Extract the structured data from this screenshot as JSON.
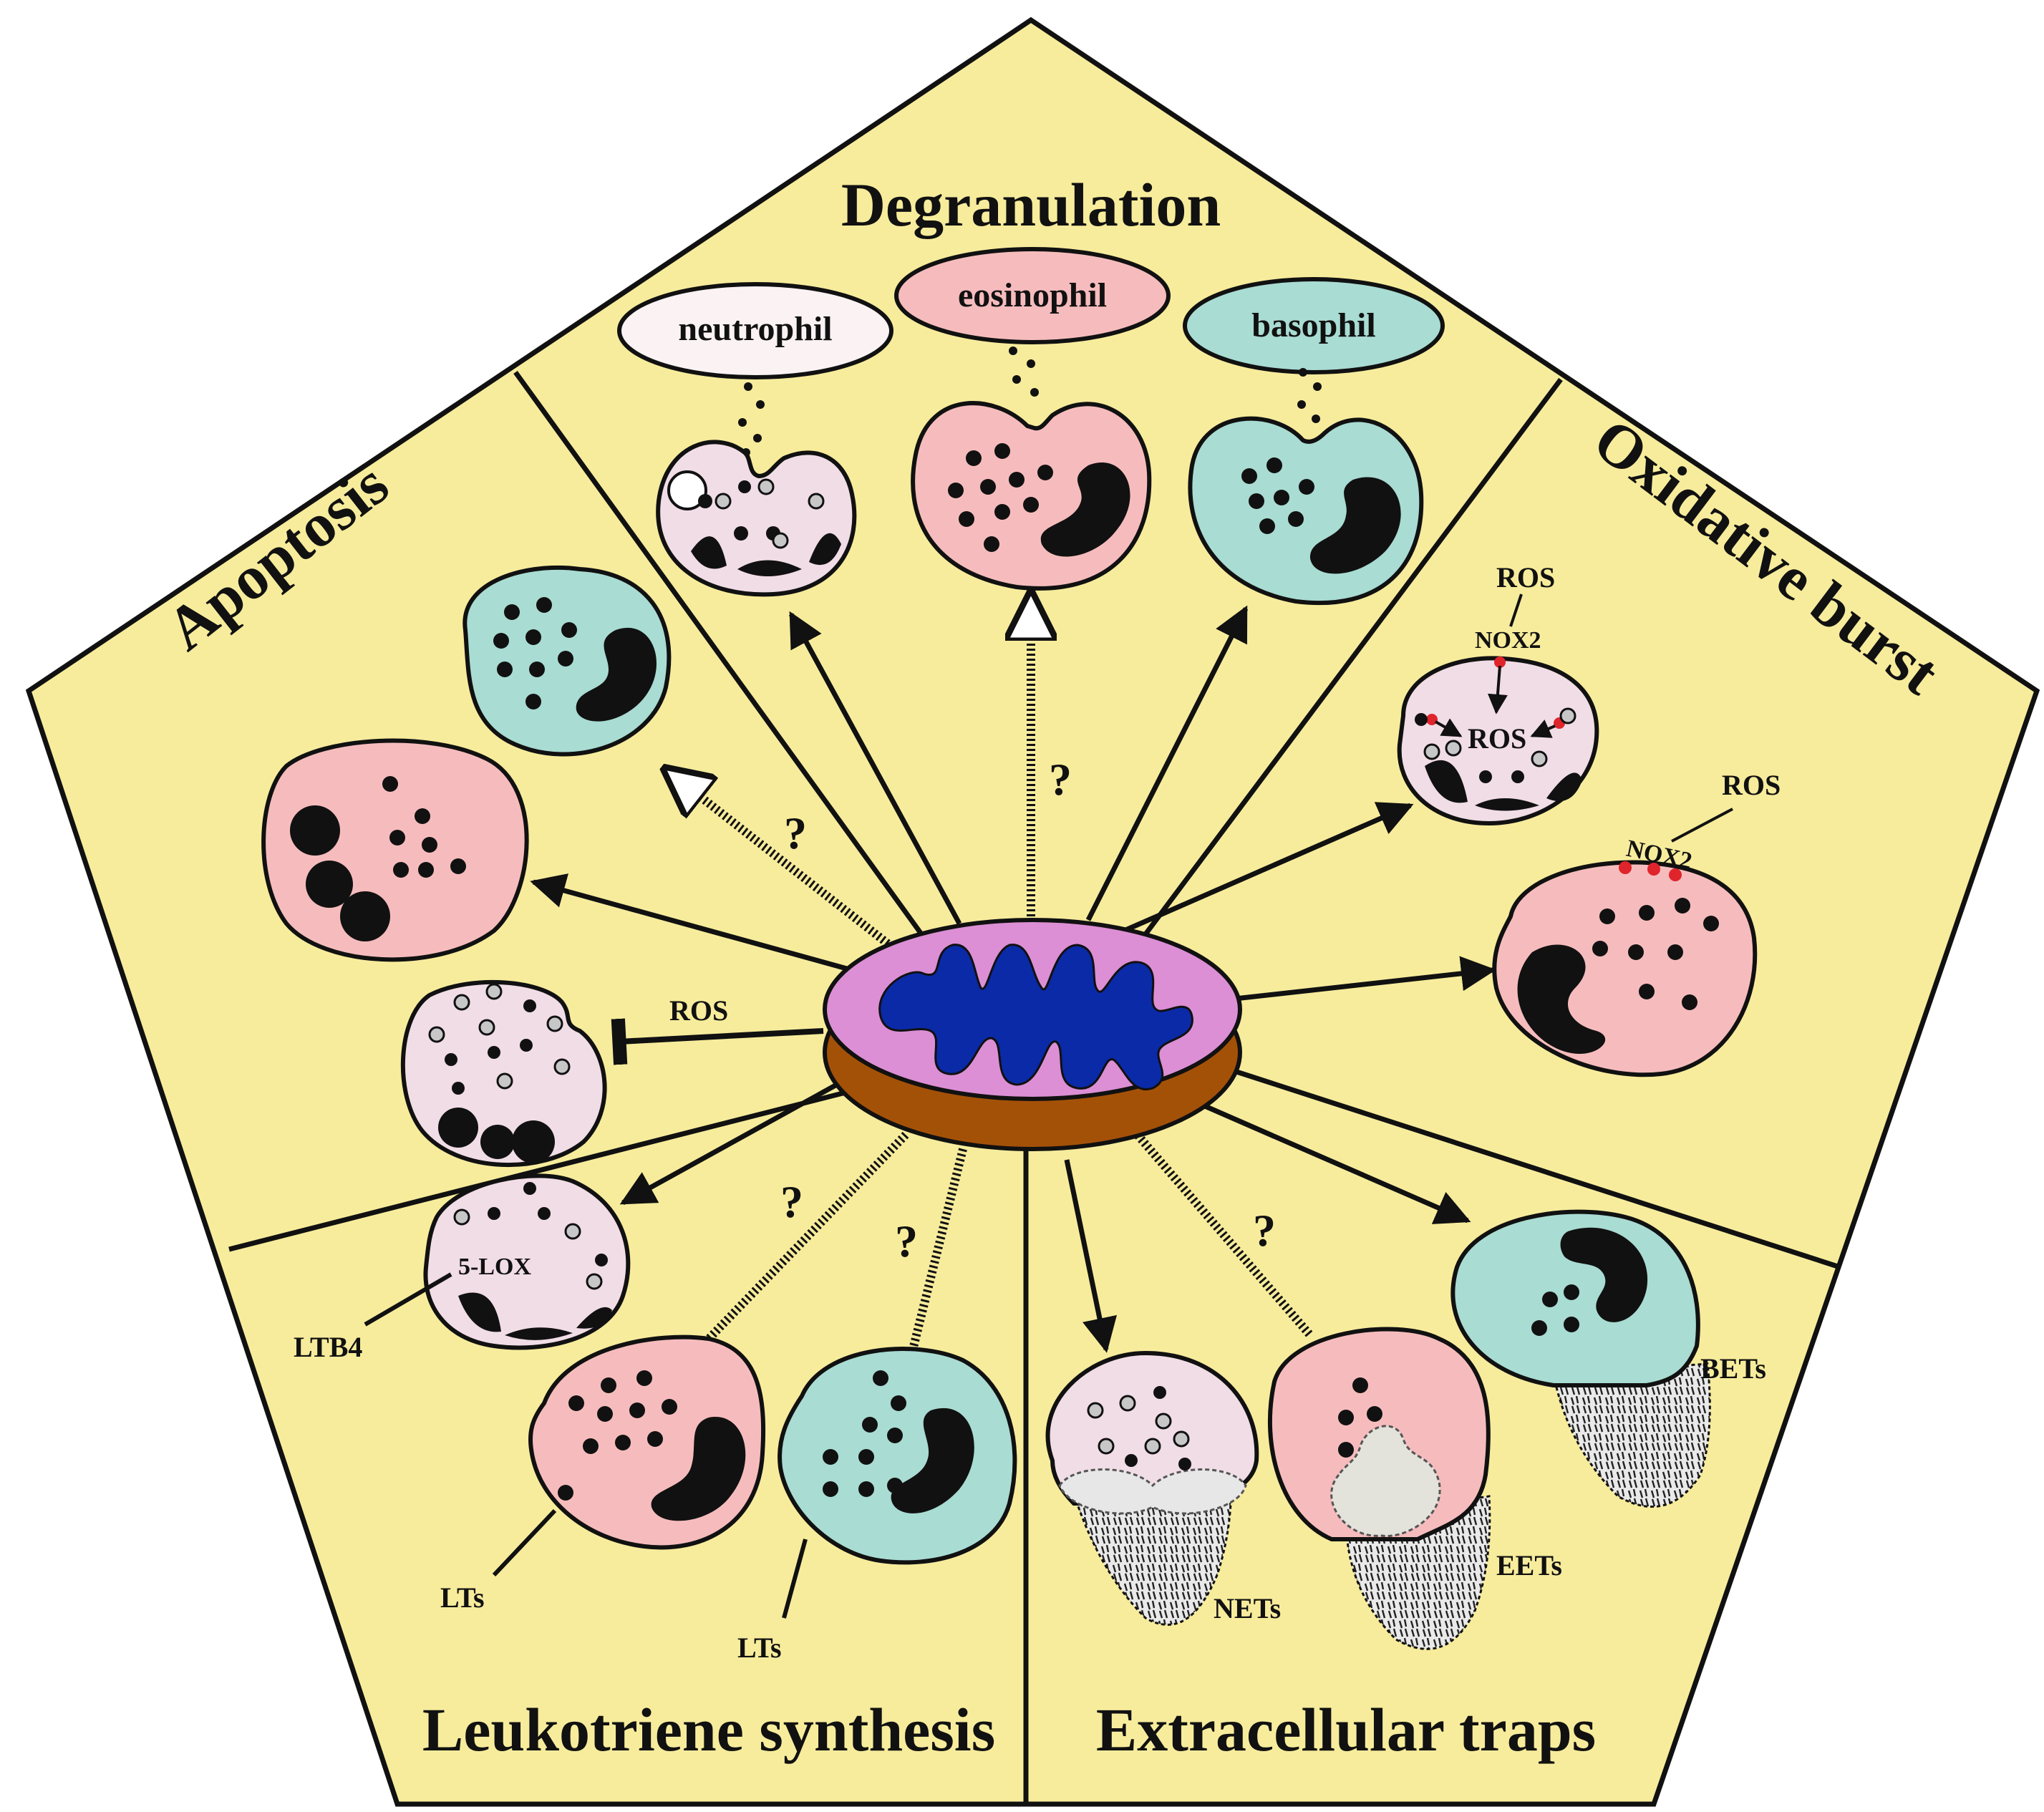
{
  "colors": {
    "background_panel": "#f7ec9c",
    "outline": "#111111",
    "neutrophil": "#f1dde6",
    "eosinophil": "#f6bcbd",
    "basophil": "#a9dcd3",
    "mito_inner": "#dc8fd4",
    "mito_cristae": "#0b2aa8",
    "mito_outer": "#a45108",
    "nox_dot": "#e0242b",
    "trap_fill": "#d9d9d9"
  },
  "sectors": {
    "degranulation": "Degranulation",
    "oxidative_burst": "Oxidative burst",
    "apoptosis": "Apoptosis",
    "leukotriene_synthesis": "Leukotriene synthesis",
    "extracellular_traps": "Extracellular traps"
  },
  "cell_types": {
    "neutrophil": "neutrophil",
    "eosinophil": "eosinophil",
    "basophil": "basophil"
  },
  "labels": {
    "ros_top": "ROS",
    "nox2_top": "NOX2",
    "ros_inner": "ROS",
    "ros_eos": "ROS",
    "nox2_eos": "NOX2",
    "ros_apoptosis": "ROS",
    "five_lox": "5-LOX",
    "ltb4": "LTB4",
    "lts_eos": "LTs",
    "lts_baso": "LTs",
    "nets": "NETs",
    "eets": "EETs",
    "bets": "BETs",
    "question": "?"
  }
}
